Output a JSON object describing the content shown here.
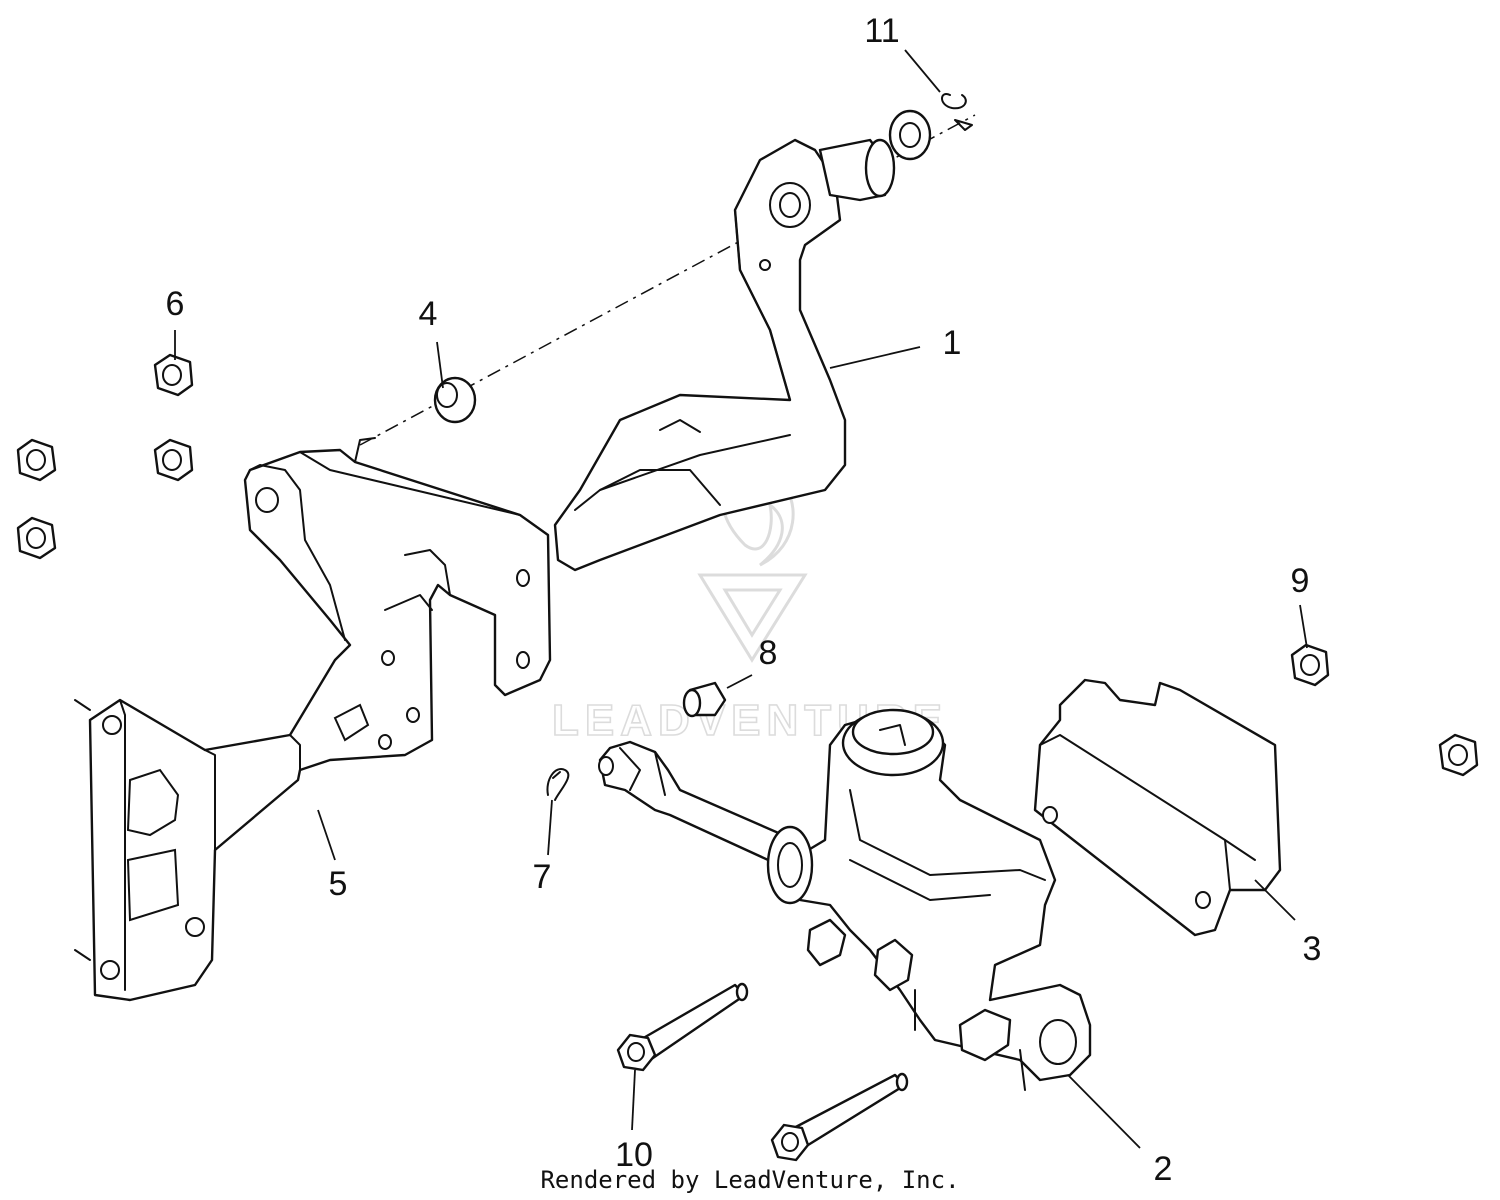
{
  "diagram": {
    "callouts": [
      {
        "number": "1"
      },
      {
        "number": "2"
      },
      {
        "number": "3"
      },
      {
        "number": "4"
      },
      {
        "number": "5"
      },
      {
        "number": "6"
      },
      {
        "number": "7"
      },
      {
        "number": "8"
      },
      {
        "number": "9"
      },
      {
        "number": "10"
      },
      {
        "number": "11"
      }
    ],
    "watermark": "LEADVENTURE",
    "credit": "Rendered by LeadVenture, Inc."
  }
}
